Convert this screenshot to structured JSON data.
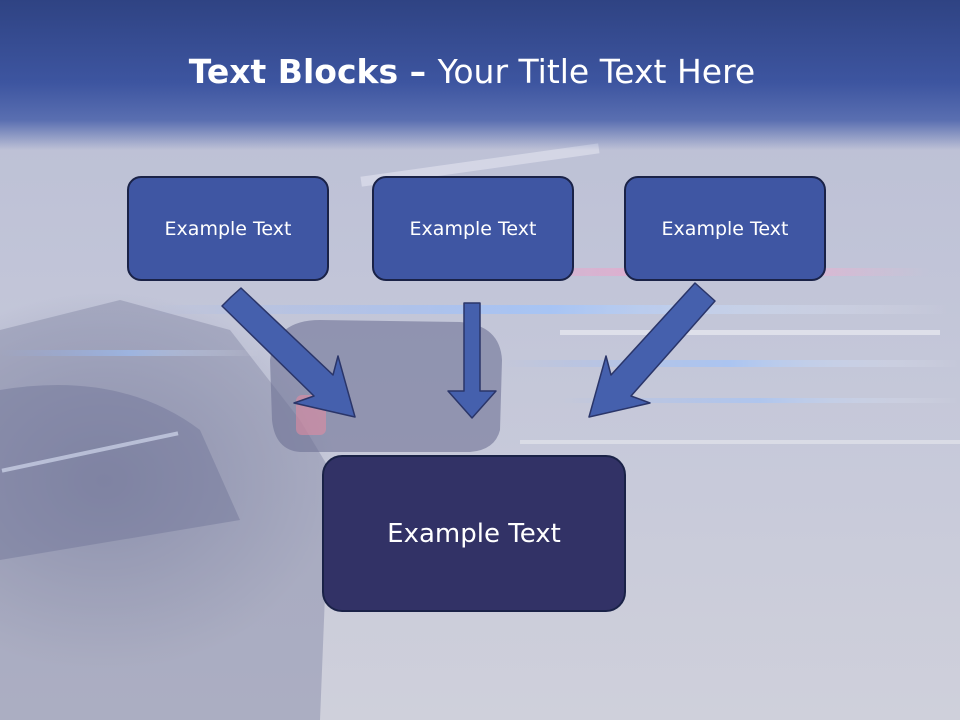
{
  "title": {
    "bold": "Text Blocks",
    "dash": " – ",
    "rest": "Your Title Text Here"
  },
  "blocks": [
    {
      "label": "Example Text"
    },
    {
      "label": "Example Text"
    },
    {
      "label": "Example Text"
    }
  ],
  "main_block": {
    "label": "Example Text"
  },
  "colors": {
    "header": "#3d55a0",
    "block_fill": "#3f56a3",
    "main_block_fill": "#323266",
    "arrow_fill": "#4560ad",
    "border": "#1a2247"
  }
}
